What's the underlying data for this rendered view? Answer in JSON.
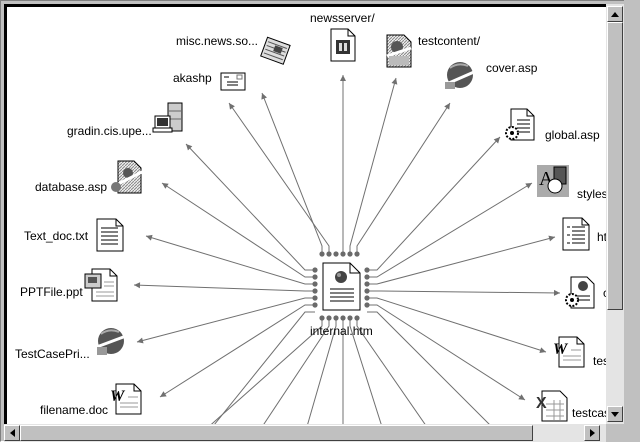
{
  "window": {
    "title": "Site map view"
  },
  "center_node": {
    "label": "internal.htm",
    "icon": "html-document-globe-icon"
  },
  "nodes": [
    {
      "id": "newsserver",
      "label": "newsserver/",
      "icon": "folder-document-icon"
    },
    {
      "id": "testcontent",
      "label": "testcontent/",
      "icon": "web-content-icon"
    },
    {
      "id": "cover",
      "label": "cover.asp",
      "icon": "globe-page-icon"
    },
    {
      "id": "global",
      "label": "global.asp",
      "icon": "asp-gear-document-icon"
    },
    {
      "id": "stylesheet",
      "label": "styleshee",
      "icon": "stylesheet-icon"
    },
    {
      "id": "htmla",
      "label": "htmla",
      "icon": "text-document-icon"
    },
    {
      "id": "clsid",
      "label": "clsic",
      "icon": "activex-component-icon"
    },
    {
      "id": "testca",
      "label": "testca",
      "icon": "word-document-icon"
    },
    {
      "id": "testcasep",
      "label": "testcasep",
      "icon": "excel-document-icon"
    },
    {
      "id": "filename",
      "label": "filename.doc",
      "icon": "word-document-icon"
    },
    {
      "id": "testcasepri",
      "label": "TestCasePri...",
      "icon": "globe-page-icon"
    },
    {
      "id": "pptfile",
      "label": "PPTFile.ppt",
      "icon": "powerpoint-document-icon"
    },
    {
      "id": "textdoc",
      "label": "Text_doc.txt",
      "icon": "text-document-icon"
    },
    {
      "id": "database",
      "label": "database.asp",
      "icon": "web-content-icon"
    },
    {
      "id": "gradin",
      "label": "gradin.cis.upe...",
      "icon": "server-computer-icon"
    },
    {
      "id": "akashp",
      "label": "akashp",
      "icon": "email-envelope-icon"
    },
    {
      "id": "miscnews",
      "label": "misc.news.so...",
      "icon": "newsgroup-icon"
    }
  ],
  "scrollbars": {
    "vertical": {
      "position_fraction": 0.0,
      "visible_fraction": 0.75
    },
    "horizontal": {
      "position_fraction": 0.0,
      "visible_fraction": 0.91
    }
  },
  "colors": {
    "link_line": "#707070",
    "connector_dot": "#6a6a6a",
    "canvas": "#ffffff",
    "chrome": "#c0c0c0"
  }
}
